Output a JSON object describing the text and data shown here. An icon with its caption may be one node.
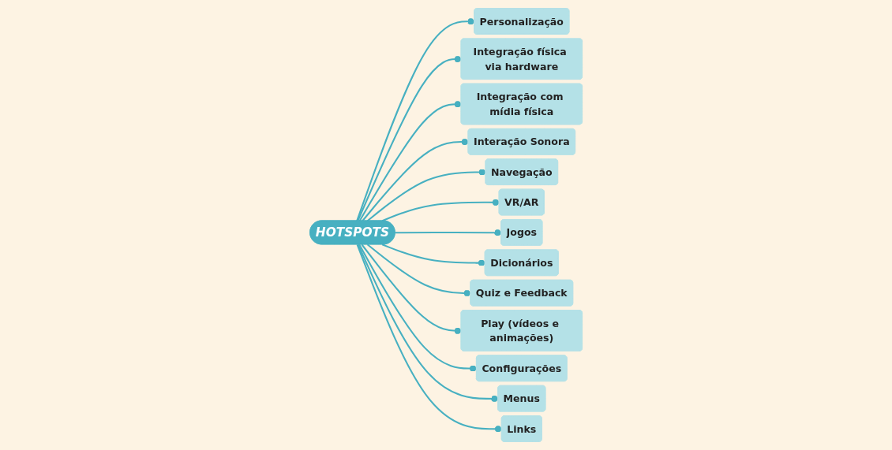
{
  "diagram": {
    "nodes": [
      {
        "text": [
          "HOTSPOTS"
        ]
      },
      {
        "text": [
          "Personalização"
        ]
      },
      {
        "text": [
          "Integração física via hardware"
        ]
      },
      {
        "text": [
          "Integração com mídia física"
        ]
      },
      {
        "text": [
          "Interação Sonora"
        ]
      },
      {
        "text": [
          "Navegação"
        ]
      },
      {
        "text": [
          "VR/AR"
        ]
      },
      {
        "text": [
          "Jogos"
        ]
      },
      {
        "text": [
          "Dicionários"
        ]
      },
      {
        "text": [
          "Quiz e Feedback"
        ]
      },
      {
        "text": [
          "Play (vídeos e animações)"
        ]
      },
      {
        "text": [
          "Configurações"
        ]
      },
      {
        "text": [
          "Menus"
        ]
      },
      {
        "text": [
          "Links"
        ]
      }
    ],
    "edges": [
      {
        "from": 0,
        "to": 1,
        "arrow": "other"
      },
      {
        "from": 0,
        "to": 2,
        "arrow": "other"
      },
      {
        "from": 0,
        "to": 3,
        "arrow": "other"
      },
      {
        "from": 0,
        "to": 4,
        "arrow": "other"
      },
      {
        "from": 0,
        "to": 5,
        "arrow": "other"
      },
      {
        "from": 0,
        "to": 6,
        "arrow": "other"
      },
      {
        "from": 0,
        "to": 7,
        "arrow": "other"
      },
      {
        "from": 0,
        "to": 8,
        "arrow": "other"
      },
      {
        "from": 0,
        "to": 9,
        "arrow": "other"
      },
      {
        "from": 0,
        "to": 10,
        "arrow": "other"
      },
      {
        "from": 0,
        "to": 11,
        "arrow": "other"
      },
      {
        "from": 0,
        "to": 12,
        "arrow": "other"
      },
      {
        "from": 0,
        "to": 13,
        "arrow": "other"
      }
    ]
  }
}
